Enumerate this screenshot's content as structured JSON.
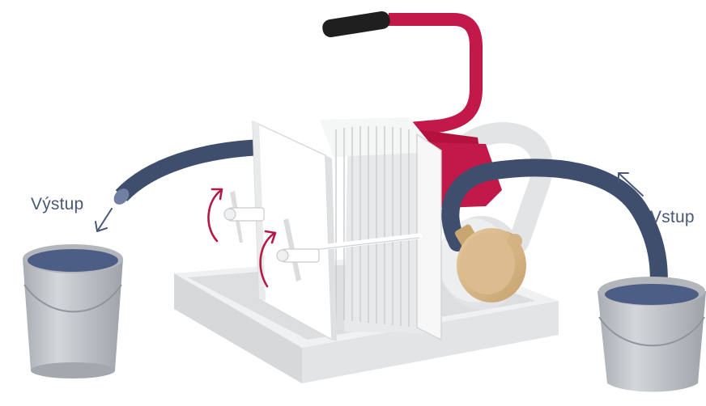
{
  "labels": {
    "output": "Výstup",
    "input": "Vstup"
  },
  "colors": {
    "hose": "#3e4e6c",
    "handle_frame": "#c2184a",
    "pump_brass": "#d9b98c",
    "water": "#4c5d86",
    "bucket": "#c2c6cb",
    "base": "#e6e7e8",
    "filter_plate": "#ffffff",
    "rotation_arrow": "#b51a47",
    "flow_arrow": "#4a5878"
  },
  "icons": {
    "output_flow": "arrow-down-left",
    "input_flow": "arrow-up-left",
    "rotation": "curved-arrow"
  }
}
